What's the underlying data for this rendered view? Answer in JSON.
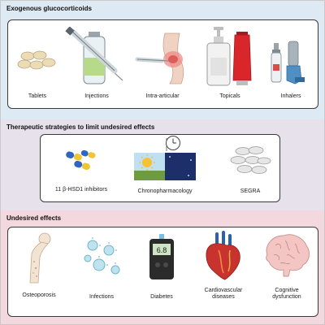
{
  "colors": {
    "band_exogenous": "#dde9f3",
    "band_strategies": "#e6e1eb",
    "band_undesired": "#f3d8df",
    "card_border": "#3a3a3a"
  },
  "sections": [
    {
      "title": "Exogenous glucocorticoids",
      "items": [
        {
          "label": "Tablets",
          "icon": "tablets-icon"
        },
        {
          "label": "Injections",
          "icon": "syringe-vial-icon"
        },
        {
          "label": "Intra-articular",
          "icon": "knee-injection-icon"
        },
        {
          "label": "Topicals",
          "icon": "pump-bottle-tube-icon"
        },
        {
          "label": "Inhalers",
          "icon": "inhaler-icon"
        }
      ]
    },
    {
      "title": "Therapeutic strategies to limit undesired effects",
      "items": [
        {
          "label": "11 β-HSD1 inhibitors",
          "icon": "capsules-icon"
        },
        {
          "label": "Chronopharmacology",
          "icon": "day-night-clock-icon"
        },
        {
          "label": "SEGRA",
          "icon": "pill-stack-icon"
        }
      ]
    },
    {
      "title": "Undesired effects",
      "items": [
        {
          "label": "Osteoporosis",
          "icon": "femur-bone-icon"
        },
        {
          "label": "Infections",
          "icon": "virus-icon"
        },
        {
          "label": "Diabetes",
          "icon": "glucose-meter-icon"
        },
        {
          "label_line1": "Cardiovascular",
          "label_line2": "diseases",
          "icon": "heart-icon"
        },
        {
          "label_line1": "Cognitive",
          "label_line2": "dysfunction",
          "icon": "brain-icon"
        }
      ]
    }
  ],
  "glucose_meter_reading": "6.8"
}
